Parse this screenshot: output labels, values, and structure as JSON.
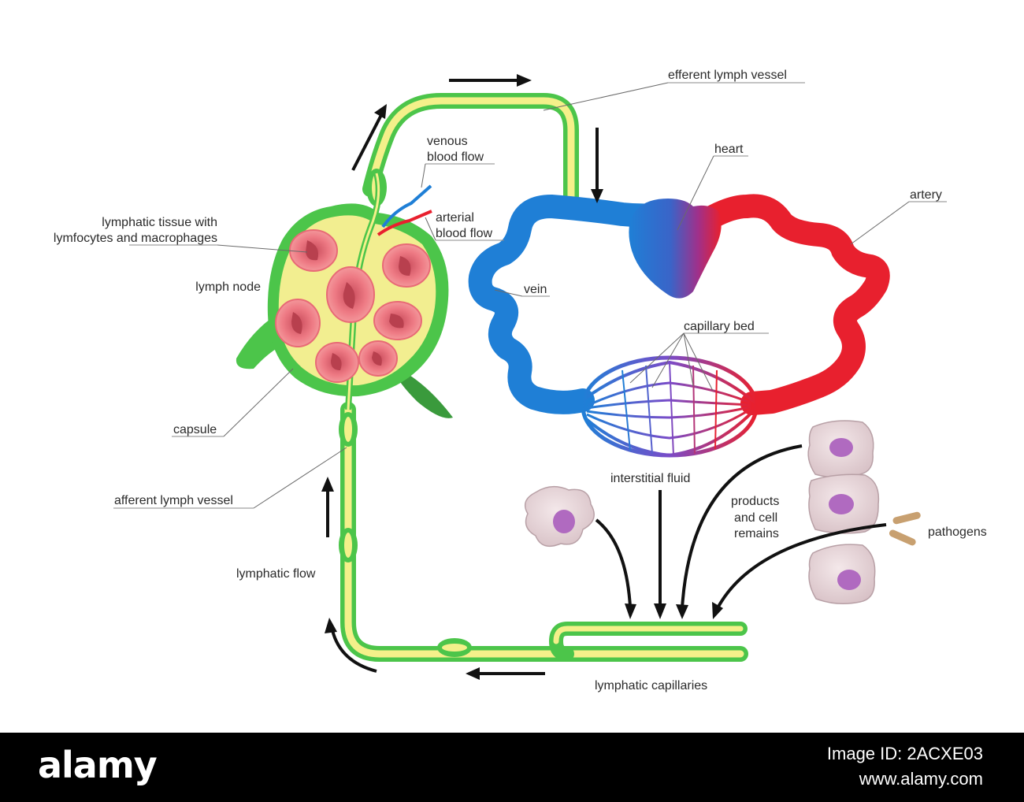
{
  "labels": {
    "efferent": "efferent lymph vessel",
    "venous_1": "venous",
    "venous_2": "blood flow",
    "arterial_1": "arterial",
    "arterial_2": "blood flow",
    "heart": "heart",
    "artery": "artery",
    "tissue_1": "lymphatic tissue with",
    "tissue_2": "lymfocytes and macrophages",
    "lymph_node": "lymph node",
    "vein": "vein",
    "capillary_bed": "capillary bed",
    "capsule": "capsule",
    "afferent": "afferent lymph vessel",
    "interstitial": "interstitial fluid",
    "products_1": "products",
    "products_2": "and cell",
    "products_3": "remains",
    "pathogens": "pathogens",
    "lymphatic_flow": "lymphatic flow",
    "lymphatic_capillaries": "lymphatic capillaries"
  },
  "footer": {
    "logo": "alamy",
    "image_id": "Image ID: 2ACXE03",
    "site": "www.alamy.com"
  },
  "colors": {
    "lymph_green": "#4cc54a",
    "lymph_yellow": "#f4f08a",
    "vein_blue": "#1f7fd6",
    "artery_red": "#e8202e",
    "tissue_pink": "#f0808a",
    "cell_fill": "#e6d4d8",
    "nucleus": "#b06ac0"
  }
}
